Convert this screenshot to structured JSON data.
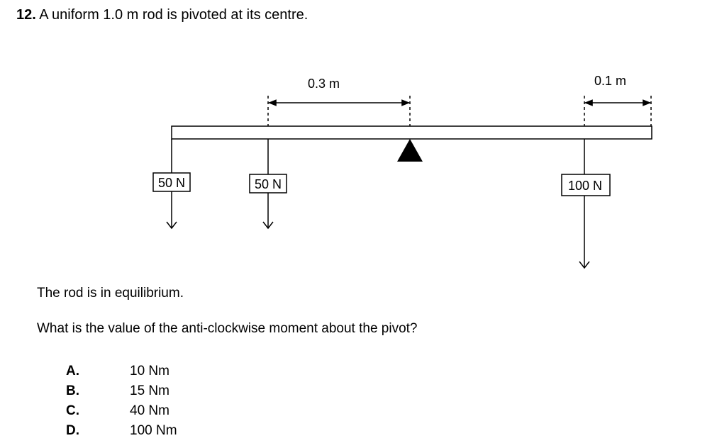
{
  "question": {
    "number": "12.",
    "text": "A uniform 1.0 m rod is pivoted at its centre."
  },
  "diagram": {
    "distance_labels": [
      "0.3 m",
      "0.1 m"
    ],
    "forces": [
      "50 N",
      "50 N",
      "100 N"
    ]
  },
  "statement": "The rod is in equilibrium.",
  "prompt": "What is the value of the anti-clockwise moment about the pivot?",
  "options": [
    {
      "letter": "A.",
      "text": "10 Nm"
    },
    {
      "letter": "B.",
      "text": "15 Nm"
    },
    {
      "letter": "C.",
      "text": "40 Nm"
    },
    {
      "letter": "D.",
      "text": "100 Nm"
    }
  ]
}
